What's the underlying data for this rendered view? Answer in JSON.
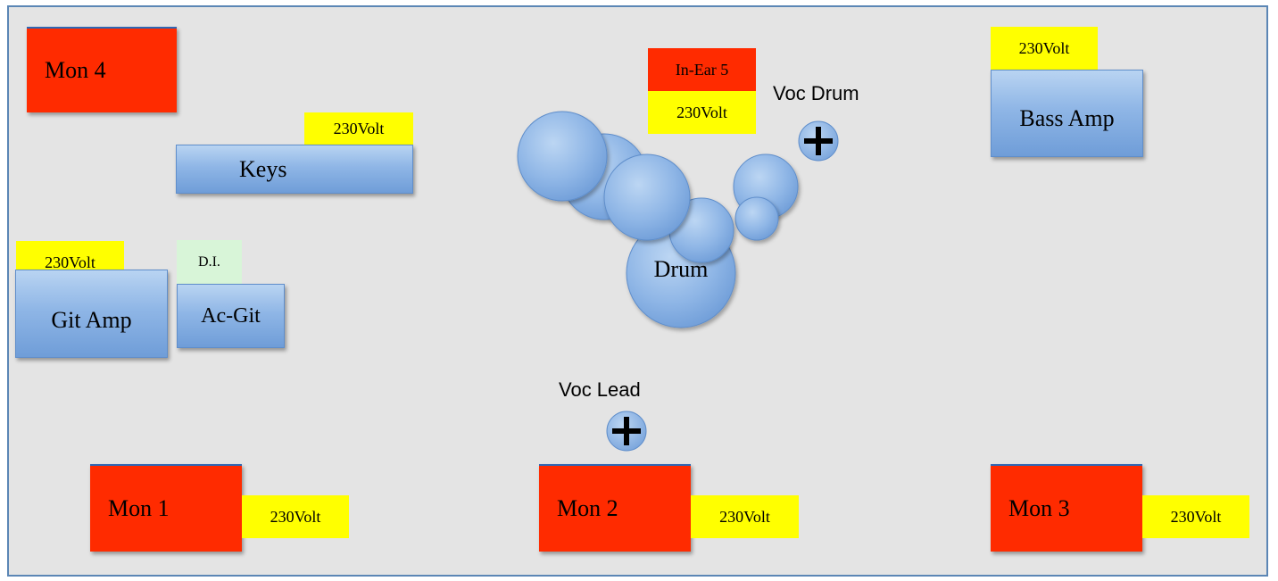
{
  "stage": {
    "monitors": {
      "mon1": "Mon 1",
      "mon2": "Mon 2",
      "mon3": "Mon 3",
      "mon4": "Mon 4"
    },
    "power_label": "230Volt",
    "in_ear": "In-Ear 5",
    "keys": "Keys",
    "git_amp": "Git Amp",
    "ac_git": "Ac-Git",
    "di": "D.I.",
    "bass_amp": "Bass Amp",
    "drum": "Drum",
    "voc_drum": "Voc Drum",
    "voc_lead": "Voc Lead"
  },
  "icons": {
    "mic_stand": "plus-circle-icon"
  },
  "colors": {
    "monitor": "#ff2b00",
    "power": "#ffff00",
    "instrument": "#8fb6e6",
    "di": "#d8f5d8",
    "stage": "#e4e4e4"
  }
}
